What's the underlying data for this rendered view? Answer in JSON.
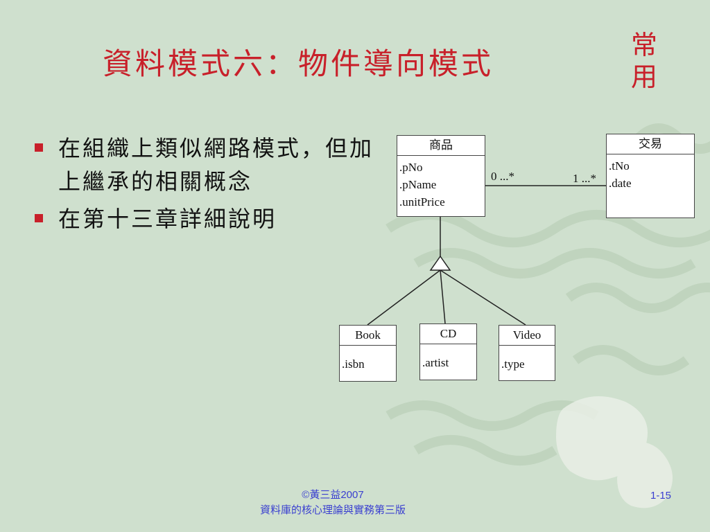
{
  "slide": {
    "title": "資料模式六：物件導向模式",
    "corner_mark": "常用",
    "bullets": [
      "在組織上類似網路模式，但加上繼承的相關概念",
      "在第十三章詳細說明"
    ]
  },
  "diagram": {
    "classes": {
      "product": {
        "name": "商品",
        "attributes": [
          ".pNo",
          ".pName",
          ".unitPrice"
        ]
      },
      "transaction": {
        "name": "交易",
        "attributes": [
          ".tNo",
          ".date"
        ]
      },
      "book": {
        "name": "Book",
        "attributes": [
          ".isbn"
        ]
      },
      "cd": {
        "name": "CD",
        "attributes": [
          ".artist"
        ]
      },
      "video": {
        "name": "Video",
        "attributes": [
          ".type"
        ]
      }
    },
    "association": {
      "left_multiplicity": "0 ...*",
      "right_multiplicity": "1 ...*"
    }
  },
  "footer": {
    "copyright": "©黃三益2007",
    "book": "資料庫的核心理論與實務第三版",
    "page": "1-15"
  },
  "colors": {
    "background": "#cfe0ce",
    "title": "#c8202a",
    "footer": "#3a3fd0"
  }
}
